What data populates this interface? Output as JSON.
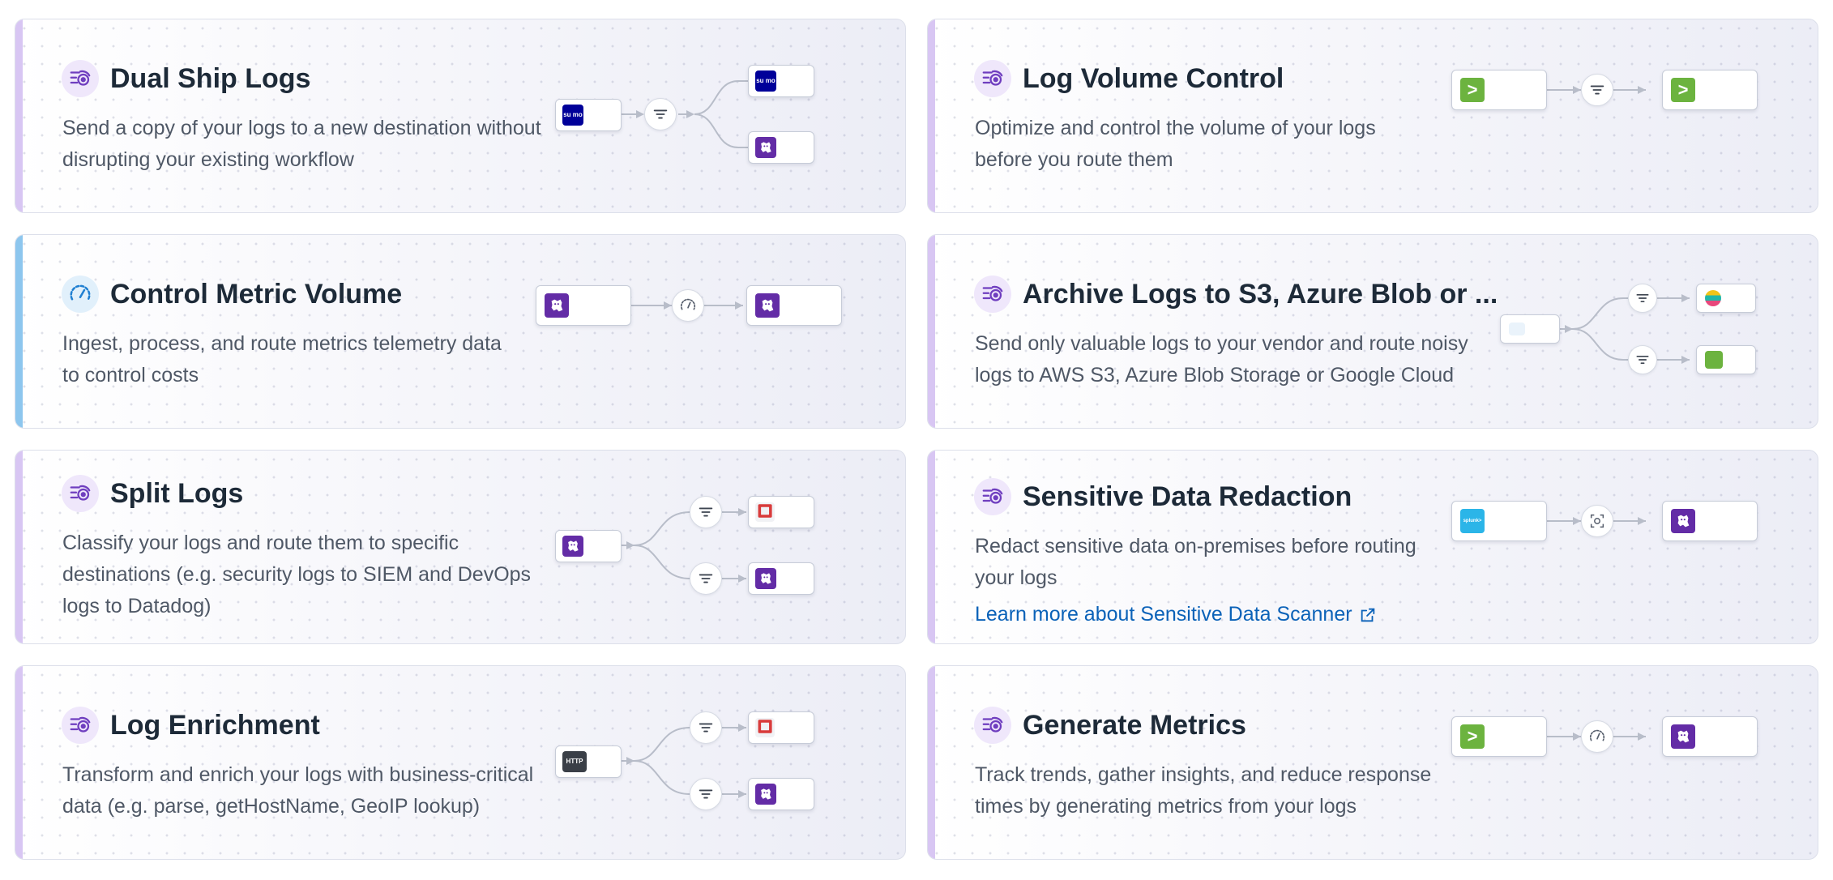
{
  "colors": {
    "accent_purple": "#632ca6",
    "sumo_blue": "#000099",
    "green": "#6cb33f",
    "link": "#0b62b8"
  },
  "cards": [
    {
      "title": "Dual Ship Logs",
      "description": "Send a copy of your logs to a new destination without disrupting your existing workflow",
      "category_icon": "pipeline-icon",
      "flow": {
        "source": "sumo-logic-logo",
        "processor": "filter-icon",
        "destinations": [
          "sumo-logic-logo",
          "datadog-logo"
        ]
      }
    },
    {
      "title": "Log Volume Control",
      "description": "Optimize and control the volume of your logs before you route them",
      "category_icon": "pipeline-icon",
      "flow": {
        "source": "terminal-logo",
        "processor": "filter-icon",
        "destinations": [
          "terminal-logo"
        ]
      }
    },
    {
      "title": "Control Metric Volume",
      "description": "Ingest, process, and route metrics telemetry data to control costs",
      "category_icon": "gauge-icon",
      "flow": {
        "source": "datadog-logo",
        "processor": "gauge-icon",
        "destinations": [
          "datadog-logo"
        ]
      }
    },
    {
      "title": "Archive Logs to S3, Azure Blob or ...",
      "description": "Send only valuable logs to your vendor and route noisy logs to AWS S3, Azure Blob Storage or Google Cloud",
      "category_icon": "pipeline-icon",
      "flow": {
        "source": "source-logo",
        "processor": "filter-icon",
        "destinations": [
          "elastic-logo",
          "s3-bucket-logo"
        ]
      }
    },
    {
      "title": "Split Logs",
      "description": "Classify your logs and route them to specific destinations (e.g. security logs to SIEM and DevOps logs to Datadog)",
      "category_icon": "pipeline-icon",
      "flow": {
        "source": "datadog-logo",
        "processor": "filter-icon",
        "destinations": [
          "siem-logo",
          "datadog-logo"
        ]
      }
    },
    {
      "title": "Sensitive Data Redaction",
      "description": "Redact sensitive data on-premises before routing your logs",
      "link": "Learn more about Sensitive Data Scanner",
      "category_icon": "pipeline-icon",
      "flow": {
        "source": "splunk-logo",
        "processor": "scanner-icon",
        "destinations": [
          "datadog-logo"
        ]
      }
    },
    {
      "title": "Log Enrichment",
      "description": "Transform and enrich your logs with business-critical data (e.g. parse, getHostName, GeoIP lookup)",
      "category_icon": "pipeline-icon",
      "flow": {
        "source": "http-logo",
        "processor": "filter-icon",
        "destinations": [
          "siem-logo",
          "datadog-logo"
        ],
        "http_label": "HTTP"
      }
    },
    {
      "title": "Generate Metrics",
      "description": "Track trends, gather insights, and reduce response times by generating metrics from your logs",
      "category_icon": "pipeline-icon",
      "flow": {
        "source": "terminal-logo",
        "processor": "gauge-icon",
        "destinations": [
          "datadog-logo"
        ]
      }
    }
  ],
  "logo_text": {
    "sumo": "su mo",
    "splunk": "splunk>"
  }
}
